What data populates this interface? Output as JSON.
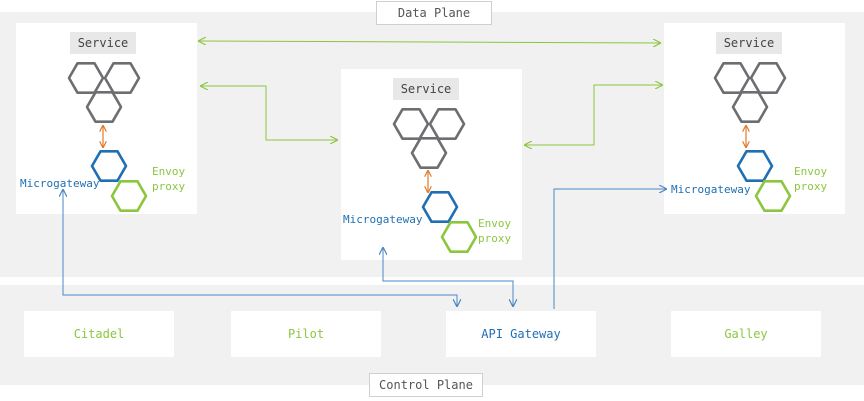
{
  "planes": {
    "data": "Data Plane",
    "control": "Control Plane"
  },
  "services": [
    {
      "label": "Service",
      "microgateway": "Microgateway",
      "envoy": "Envoy\nproxy"
    },
    {
      "label": "Service",
      "microgateway": "Microgateway",
      "envoy": "Envoy\nproxy"
    },
    {
      "label": "Service",
      "microgateway": "Microgateway",
      "envoy": "Envoy\nproxy"
    }
  ],
  "control": {
    "citadel": "Citadel",
    "pilot": "Pilot",
    "api_gateway": "API Gateway",
    "galley": "Galley"
  },
  "colors": {
    "hex_service": "#6d6e71",
    "hex_microgateway": "#1f6fb2",
    "hex_envoy": "#8cc63f",
    "arrow_green": "#8cc63f",
    "arrow_blue": "#4a86c5",
    "arrow_orange": "#e07b2a"
  }
}
